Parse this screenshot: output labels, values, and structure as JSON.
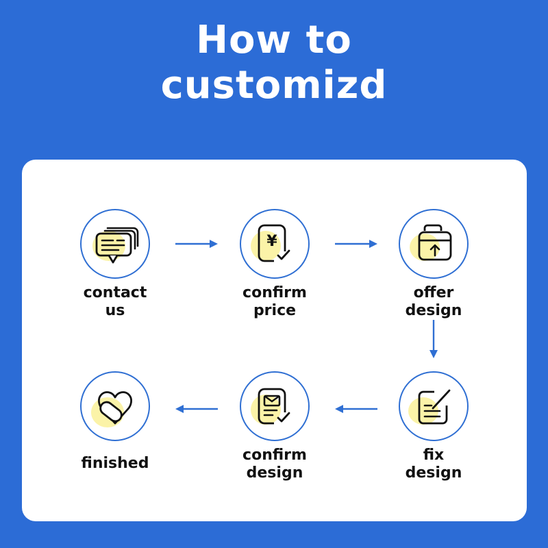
{
  "title": {
    "line1": "How to",
    "line2": "customizd"
  },
  "colors": {
    "background": "#2c6cd6",
    "card": "#ffffff",
    "circle_border": "#2f6fd3",
    "arrow": "#2f6fd3",
    "icon_highlight": "#fbf3a8",
    "text": "#111111"
  },
  "steps": [
    {
      "icon": "chat-bubbles-icon",
      "line1": "contact",
      "line2": "us"
    },
    {
      "icon": "price-receipt-icon",
      "line1": "confirm",
      "line2": "price"
    },
    {
      "icon": "upload-folder-icon",
      "line1": "offer",
      "line2": "design"
    },
    {
      "icon": "edit-document-icon",
      "line1": "fix",
      "line2": "design"
    },
    {
      "icon": "checked-document-icon",
      "line1": "confirm",
      "line2": "design"
    },
    {
      "icon": "heart-handshake-icon",
      "line1": "finished",
      "line2": ""
    }
  ]
}
